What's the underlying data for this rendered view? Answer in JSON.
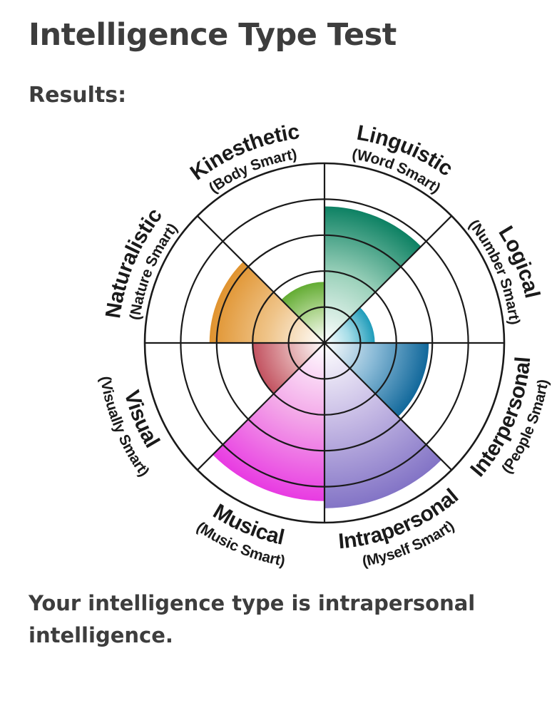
{
  "page": {
    "title": "Intelligence Type Test",
    "results_label": "Results:",
    "result_statement": "Your intelligence type is intrapersonal intelligence.",
    "text_color": "#3d3d3d",
    "background": "#ffffff"
  },
  "chart_data": {
    "type": "polar-sector-wheel",
    "title": "Intelligence type wheel",
    "rings": 5,
    "max_value": 5,
    "sector_span_deg": 45,
    "start_angle_deg": 0,
    "grid_color": "#1a1a1a",
    "label_color": "#1a1a1a",
    "sectors": [
      {
        "label": "Linguistic",
        "sublabel": "(Word Smart)",
        "value": 3.8,
        "color": "#0d8163",
        "color_light": "#9fd3bd"
      },
      {
        "label": "Logical",
        "sublabel": "(Number Smart)",
        "value": 1.4,
        "color": "#1f9cba",
        "color_light": "#a6dde8"
      },
      {
        "label": "Interpersonal",
        "sublabel": "(People Smart)",
        "value": 2.9,
        "color": "#11689b",
        "color_light": "#88b9d6"
      },
      {
        "label": "Intrapersonal",
        "sublabel": "(Myself Smart)",
        "value": 4.6,
        "color": "#8374c6",
        "color_light": "#c5b9e4"
      },
      {
        "label": "Musical",
        "sublabel": "(Music Smart)",
        "value": 4.4,
        "color": "#e83be2",
        "color_light": "#f3a5e8"
      },
      {
        "label": "Visual",
        "sublabel": "(Visually Smart)",
        "value": 2.0,
        "color": "#c25260",
        "color_light": "#e2a9ac"
      },
      {
        "label": "Naturalistic",
        "sublabel": "(Nature Smart)",
        "value": 3.2,
        "color": "#e0932f",
        "color_light": "#efc489"
      },
      {
        "label": "Kinesthetic",
        "sublabel": "(Body Smart)",
        "value": 1.7,
        "color": "#63ac33",
        "color_light": "#b4d896"
      }
    ]
  }
}
